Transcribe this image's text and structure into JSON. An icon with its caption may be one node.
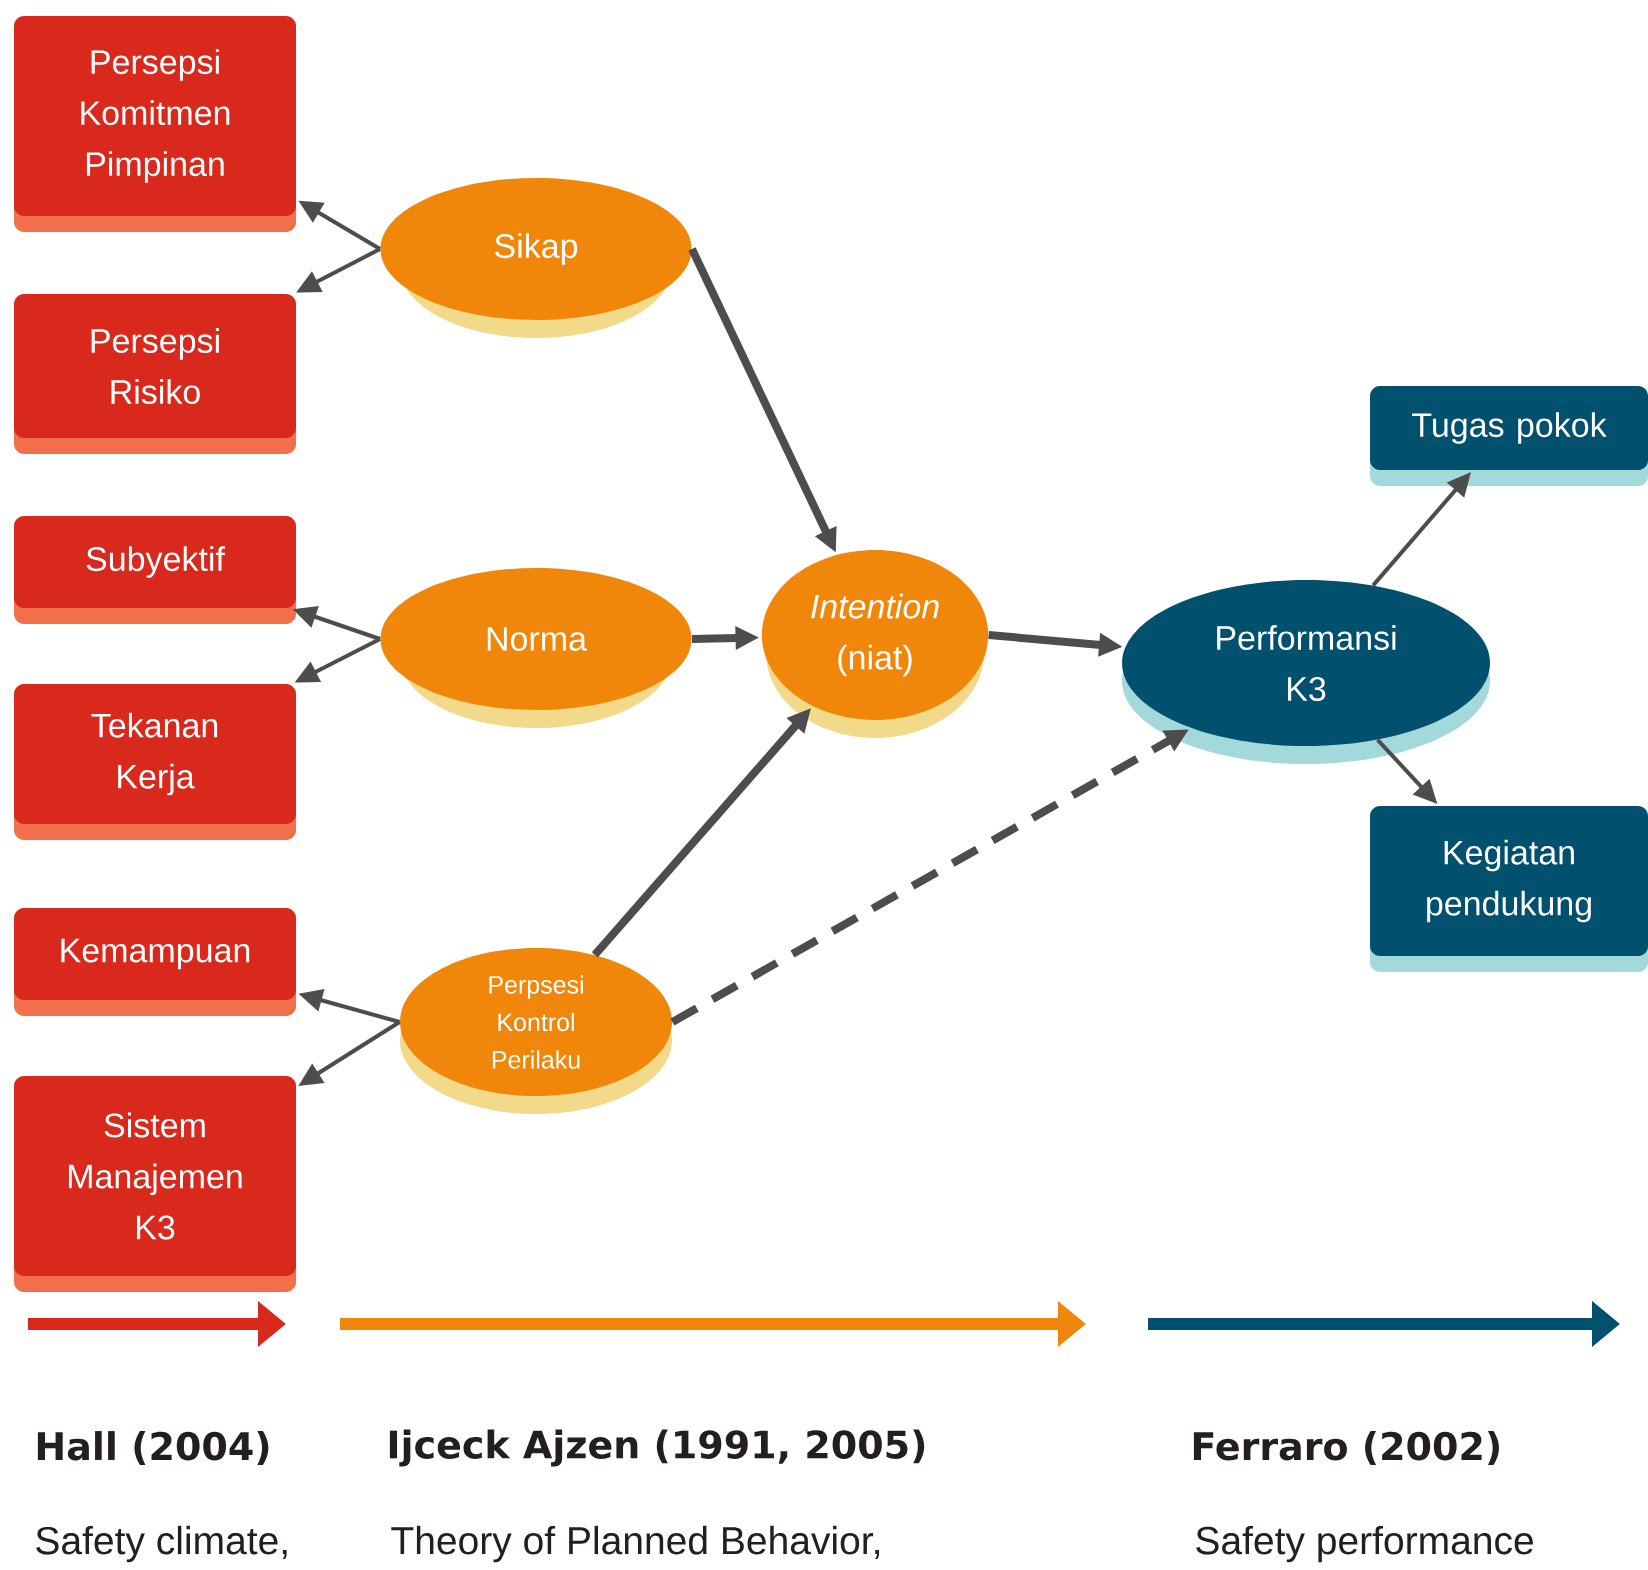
{
  "diagram": {
    "nodes": [
      {
        "text": [
          "Persepsi Komitmen Pimpinan"
        ]
      },
      {
        "text": [
          "Persepsi Risiko"
        ]
      },
      {
        "text": [
          "Subyektif"
        ]
      },
      {
        "text": [
          "Tekanan Kerja"
        ]
      },
      {
        "text": [
          "Kemampuan"
        ]
      },
      {
        "text": [
          "Sistem Manajemen K3"
        ]
      },
      {
        "text": [
          "Sikap"
        ]
      },
      {
        "text": [
          "Norma"
        ]
      },
      {
        "text": [
          "Perpsesi Kontrol Perilaku"
        ]
      },
      {
        "text": [
          "*Intention* (niat)"
        ]
      },
      {
        "text": [
          "Performansi K3"
        ]
      },
      {
        "text": [
          "Tugas pokok"
        ]
      },
      {
        "text": [
          "Kegiatan pendukung"
        ]
      }
    ],
    "edges": [
      {
        "from": 6,
        "to": 0,
        "arrow": "to"
      },
      {
        "from": 6,
        "to": 1,
        "arrow": "to"
      },
      {
        "from": 7,
        "to": 2,
        "arrow": "to"
      },
      {
        "from": 7,
        "to": 3,
        "arrow": "to"
      },
      {
        "from": 8,
        "to": 4,
        "arrow": "to"
      },
      {
        "from": 8,
        "to": 5,
        "arrow": "to"
      },
      {
        "from": 6,
        "to": 9,
        "arrow": "to",
        "style": "thick"
      },
      {
        "from": 7,
        "to": 9,
        "arrow": "to",
        "style": "thick"
      },
      {
        "from": 8,
        "to": 9,
        "arrow": "to",
        "style": "thick"
      },
      {
        "from": 9,
        "to": 10,
        "arrow": "to",
        "style": "thick"
      },
      {
        "from": 8,
        "to": 10,
        "arrow": "to",
        "style": "dashed"
      },
      {
        "from": 10,
        "to": 11,
        "arrow": "to"
      },
      {
        "from": 10,
        "to": 12,
        "arrow": "to"
      }
    ],
    "labels": [
      "Hall (2004)",
      "Ijceck Ajzen (1991, 2005)",
      "Ferraro (2002)",
      "Safety climate,",
      "Theory of Planned Behavior,",
      "Safety performance"
    ]
  }
}
